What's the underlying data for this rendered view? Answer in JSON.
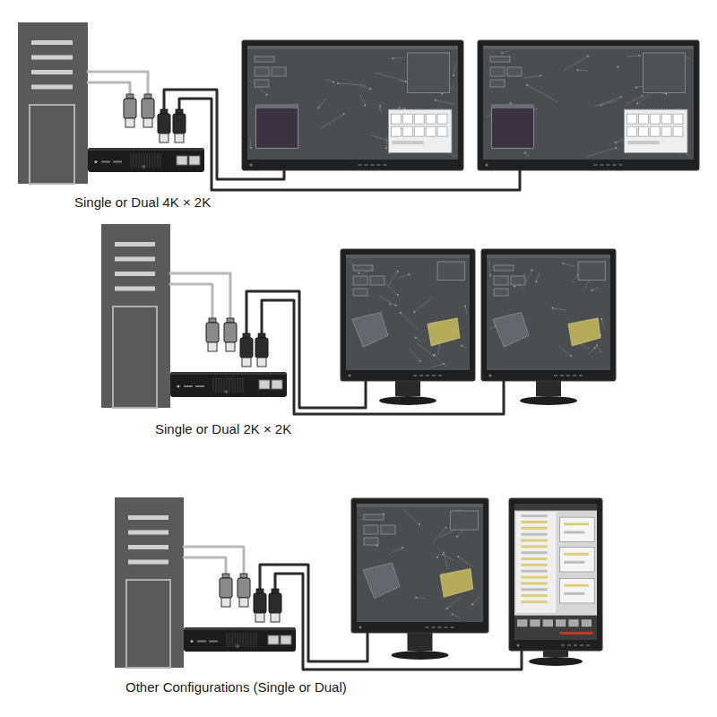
{
  "diagram": {
    "labels": [
      "Single or Dual 4K × 2K",
      "Single or Dual 2K × 2K",
      "Other Configurations (Single or Dual)"
    ]
  }
}
